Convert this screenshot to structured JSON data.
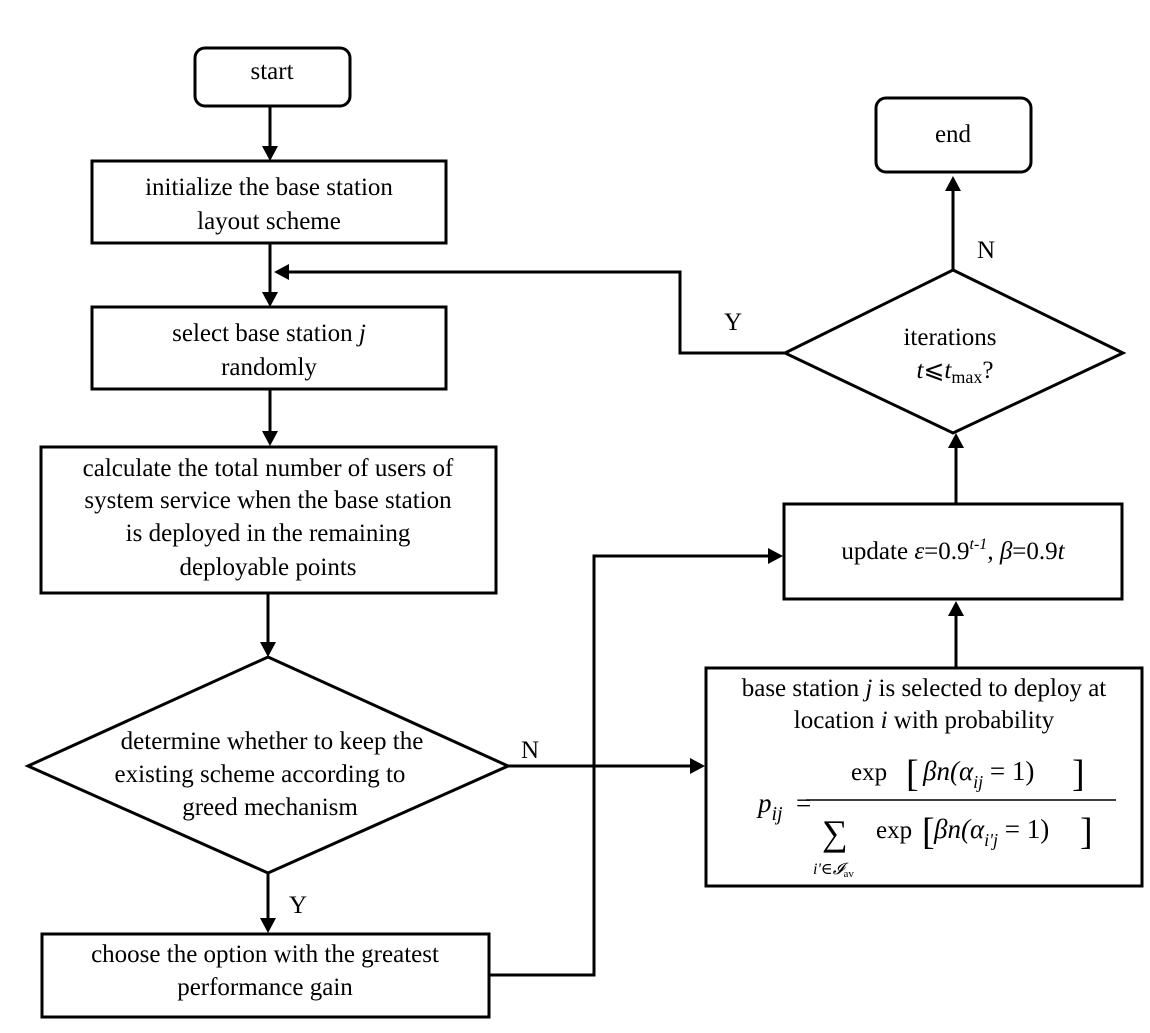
{
  "nodes": {
    "start": "start",
    "end": "end",
    "init": [
      "initialize the base station",
      "layout scheme"
    ],
    "select": {
      "line1_pre": "select base station ",
      "line1_var": "j",
      "line2": "randomly"
    },
    "calculate": [
      "calculate the total number of users of",
      "system service when the base station",
      "is deployed in the remaining",
      "deployable points"
    ],
    "decision_greed": [
      "determine whether to keep the",
      "existing scheme according to",
      "greed mechanism"
    ],
    "choose": [
      "choose the option with the greatest",
      "performance gain"
    ],
    "probability": {
      "line1_pre": "base station ",
      "line1_var": "j",
      "line1_post": " is selected to deploy at",
      "line2_pre": "location ",
      "line2_var": "i",
      "line2_post": " with probability",
      "formula": {
        "lhs": "p",
        "lhs_sub": "ij",
        "equals": "=",
        "num_prefix": "exp",
        "num_body": "βn(α",
        "num_sub": "ij",
        "num_tail": " = 1)",
        "den_sum": "∑",
        "den_sum_sub": "i'∈𝓘",
        "den_sum_subsub": "av",
        "den_prefix": "exp",
        "den_body": "βn(α",
        "den_sub": "i'j",
        "den_tail": " = 1)"
      }
    },
    "update": {
      "pre": "update ",
      "eps": "ε",
      "eq": "=",
      "base": "0.9",
      "exp": "t-1",
      "sep": ", ",
      "beta": "β",
      "rhs": "=0.9",
      "t": "t"
    },
    "decision_iter": {
      "line1": "iterations",
      "t": "t",
      "leq": "⩽",
      "tmax": "t",
      "tmax_sub": "max",
      "q": "?"
    }
  },
  "edge_labels": {
    "greed_no": "N",
    "greed_yes": "Y",
    "iter_yes": "Y",
    "iter_no": "N"
  }
}
